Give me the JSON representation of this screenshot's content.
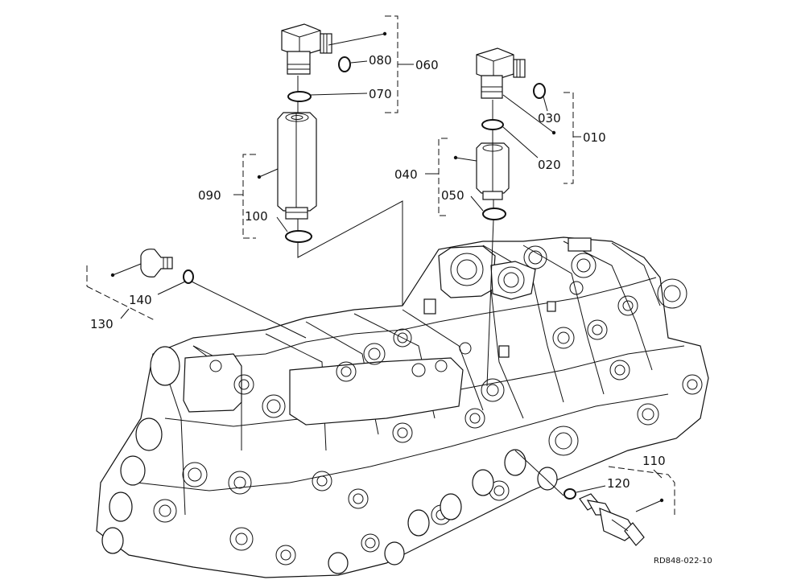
{
  "callouts": {
    "c010": "010",
    "c020": "020",
    "c030": "030",
    "c040": "040",
    "c050": "050",
    "c060": "060",
    "c070": "070",
    "c080": "080",
    "c090": "090",
    "c100": "100",
    "c110": "110",
    "c120": "120",
    "c130": "130",
    "c140": "140"
  },
  "drawing_ref": "RD848-022-10"
}
